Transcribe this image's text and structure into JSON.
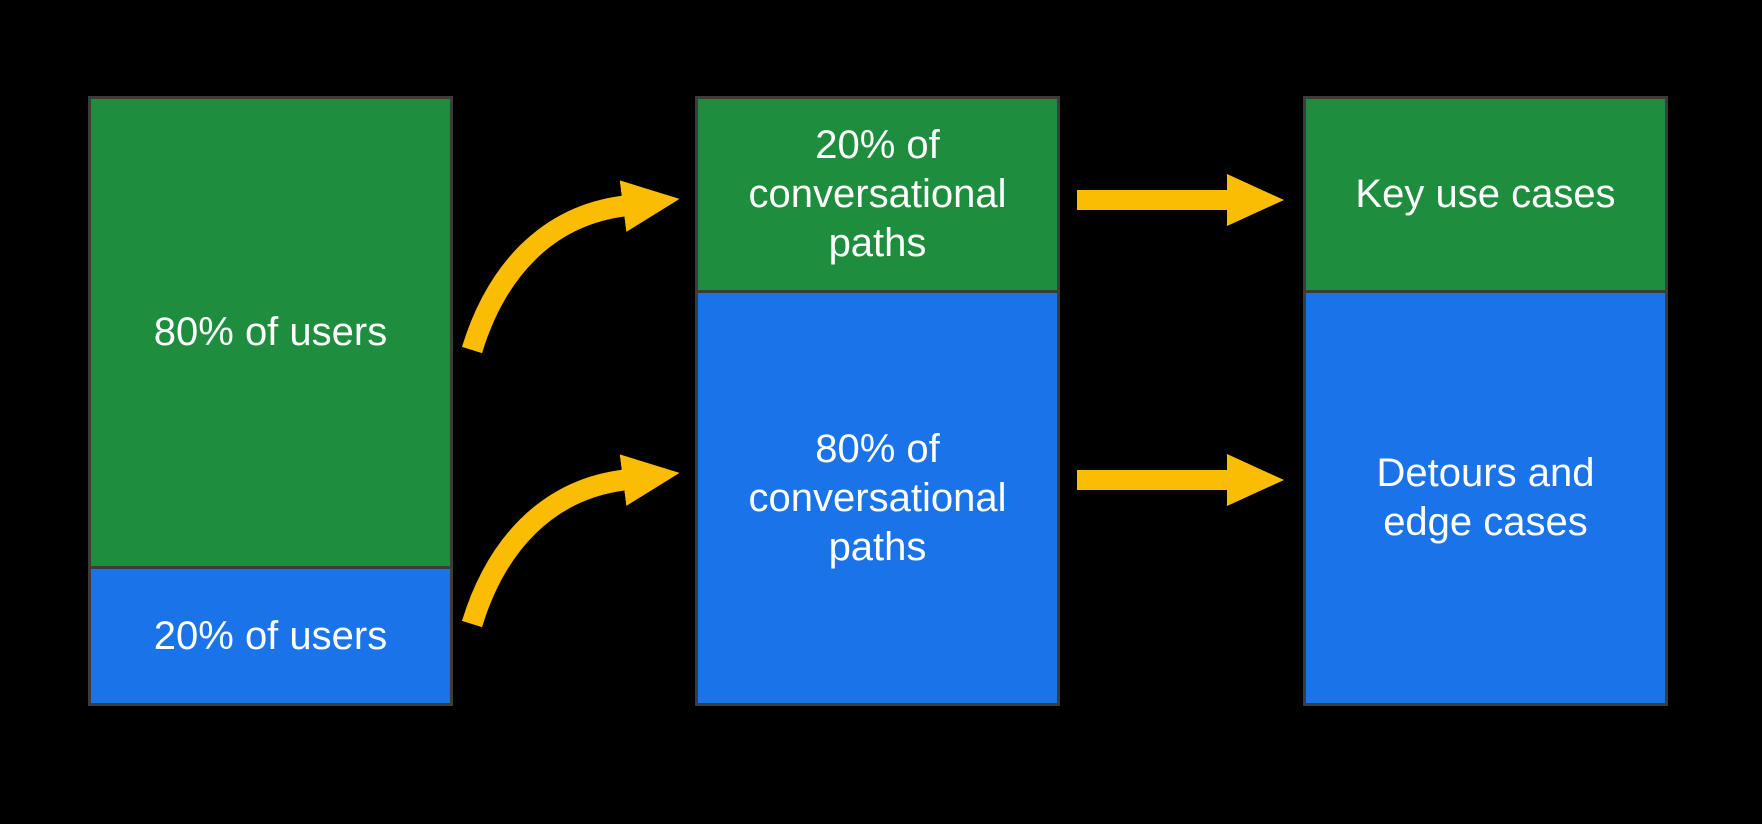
{
  "colors": {
    "section_green": "#1E8E3E",
    "section_blue": "#1A73E8",
    "arrow_yellow": "#FBBC04",
    "bar_outline": "#3C3C3C",
    "background": "#000000",
    "text": "#FFFFFF"
  },
  "diagram": {
    "columns": [
      {
        "id": "users",
        "sections": [
          {
            "color": "green",
            "label": "80% of users"
          },
          {
            "color": "blue",
            "label": "20% of users"
          }
        ]
      },
      {
        "id": "conversational-paths",
        "sections": [
          {
            "color": "green",
            "label": "20% of\nconversational\npaths"
          },
          {
            "color": "blue",
            "label": "80% of\nconversational\npaths"
          }
        ]
      },
      {
        "id": "outcomes",
        "sections": [
          {
            "color": "green",
            "label": "Key use cases"
          },
          {
            "color": "blue",
            "label": "Detours and\nedge cases"
          }
        ]
      }
    ],
    "arrows": [
      {
        "id": "curved-arrow-top",
        "from": "80% of users",
        "to": "20% of conversational paths"
      },
      {
        "id": "curved-arrow-bottom",
        "from": "20% of users",
        "to": "80% of conversational paths"
      },
      {
        "id": "straight-arrow-top",
        "from": "20% of conversational paths",
        "to": "Key use cases"
      },
      {
        "id": "straight-arrow-bottom",
        "from": "80% of conversational paths",
        "to": "Detours and edge cases"
      }
    ]
  }
}
